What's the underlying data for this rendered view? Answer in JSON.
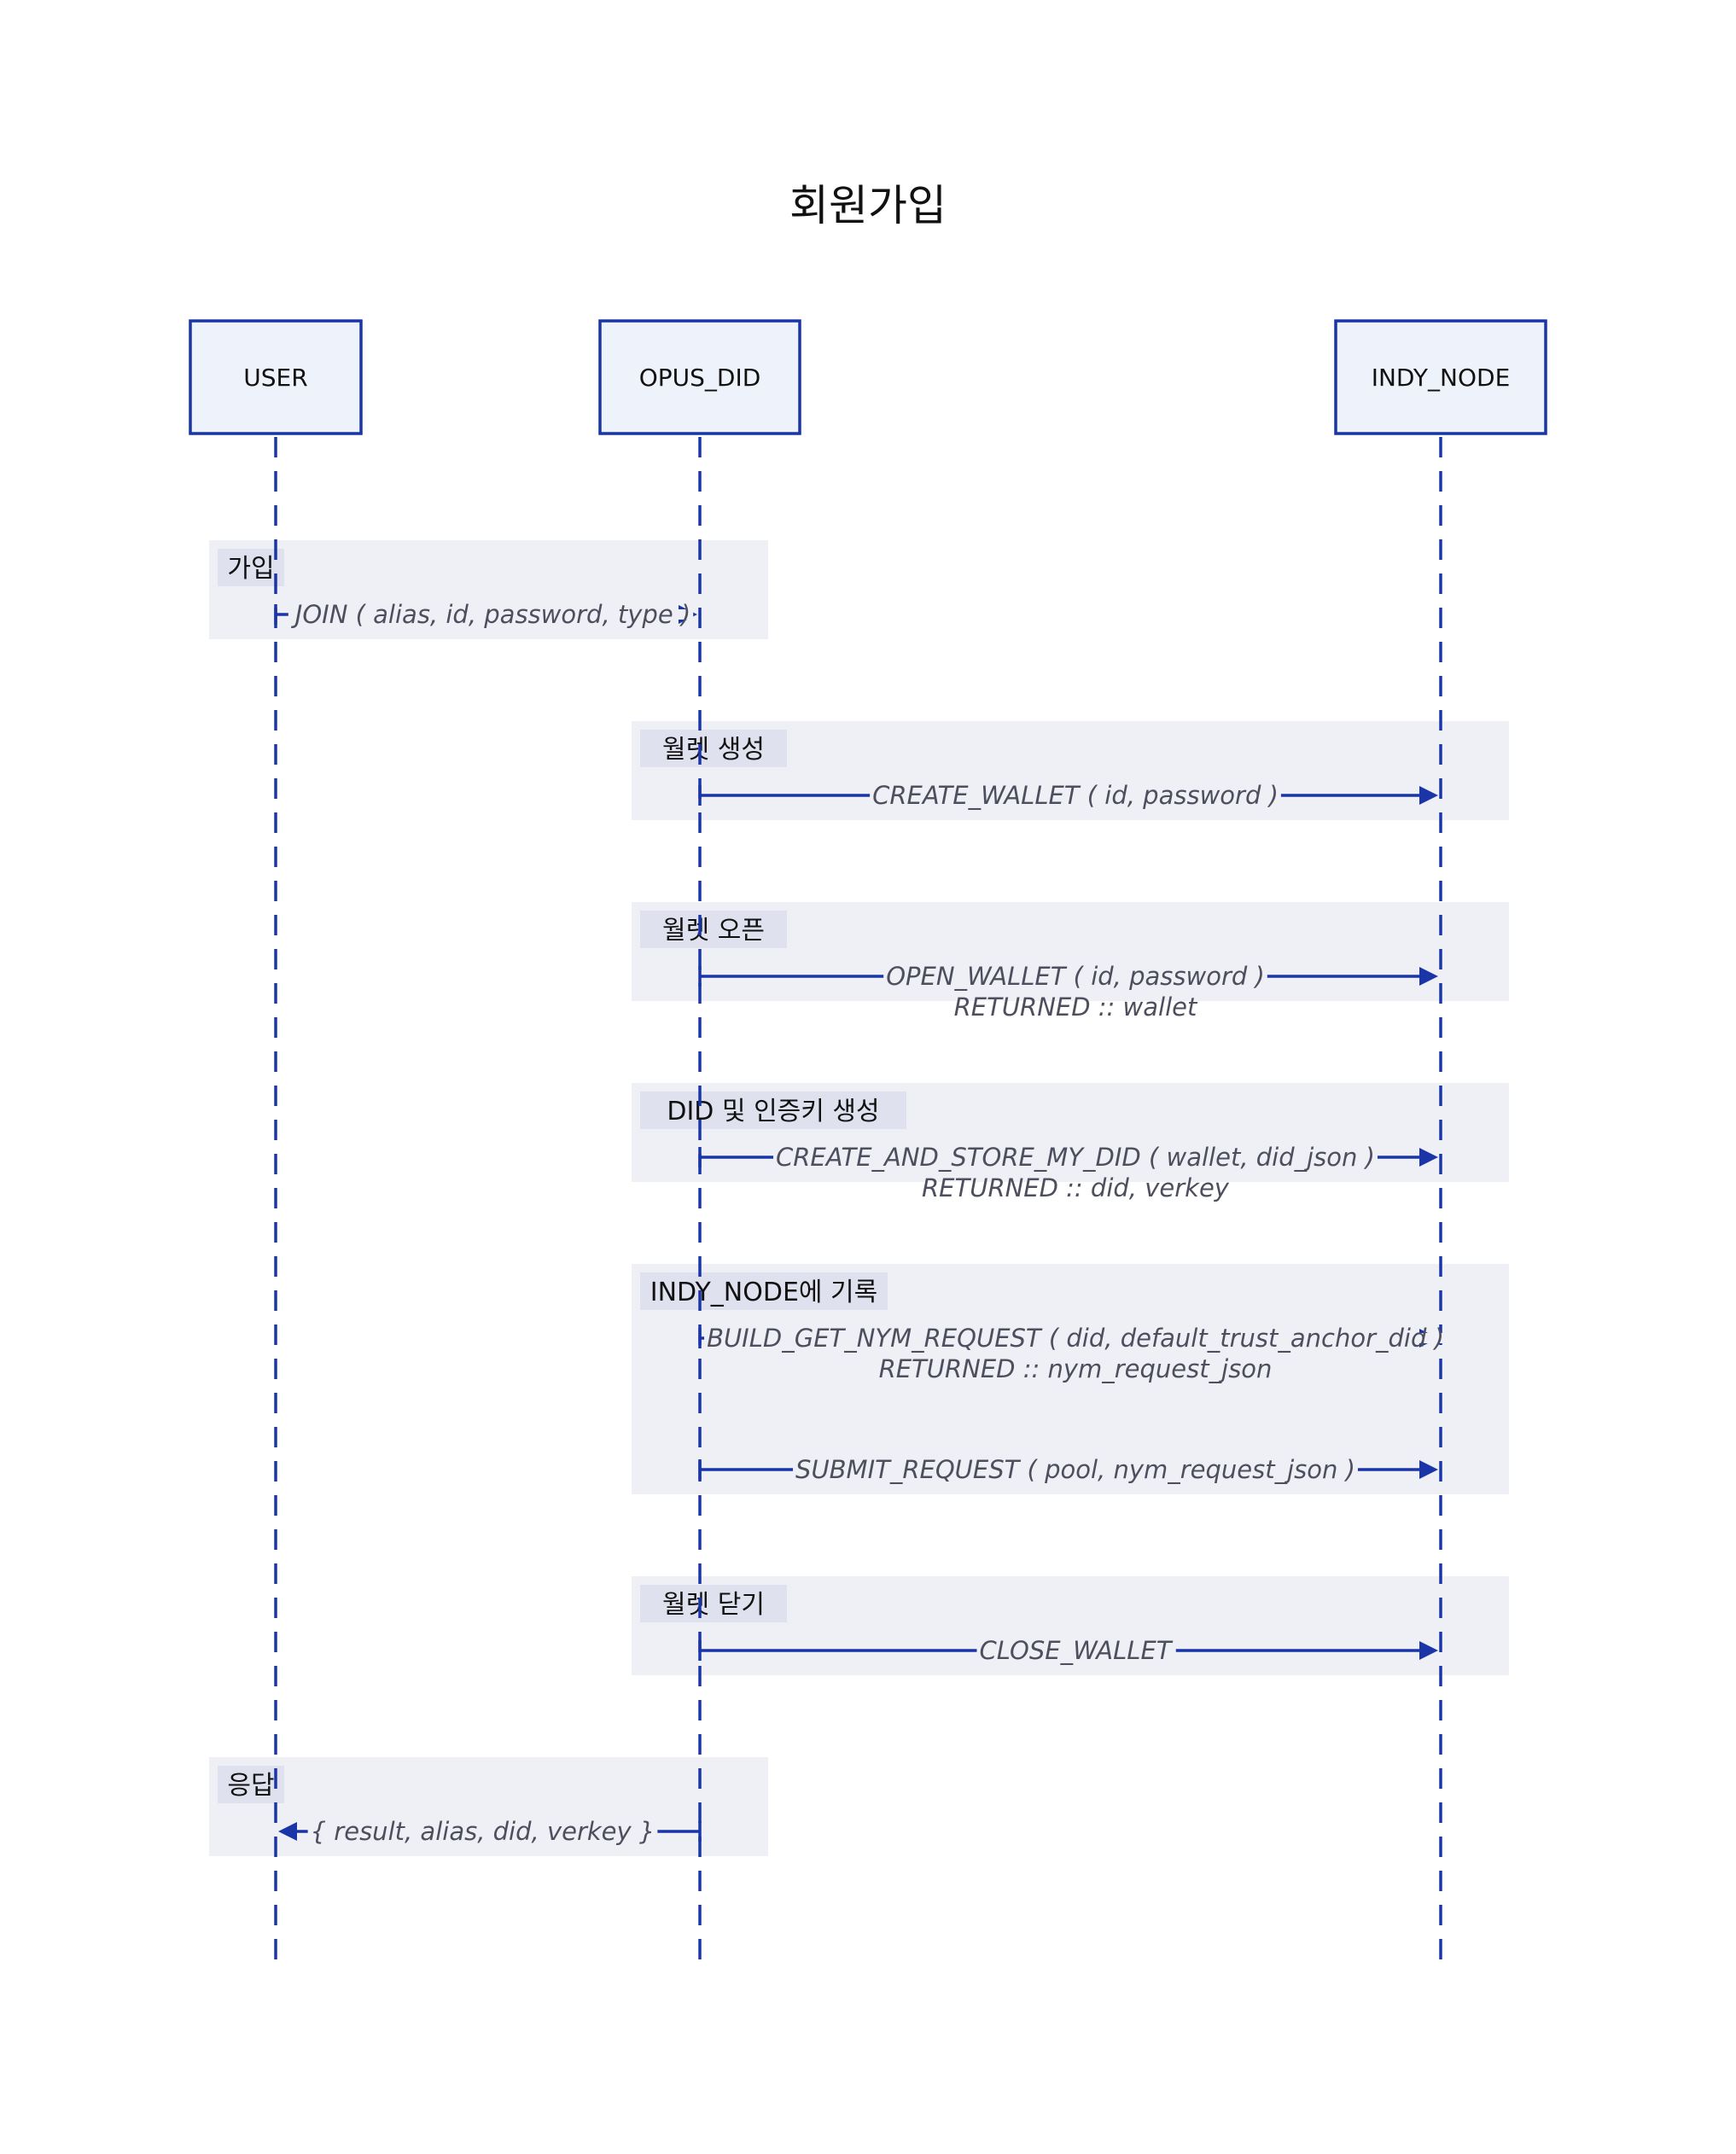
{
  "title": "회원가입",
  "colors": {
    "line": "#1a35a8",
    "actor_fill": "#eef2fb",
    "group_fill": "#eff0f5",
    "group_label_fill": "#dfe1ee",
    "message_text": "#4d4f5e"
  },
  "actors": [
    {
      "id": "user",
      "label": "USER"
    },
    {
      "id": "opus",
      "label": "OPUS_DID"
    },
    {
      "id": "indy",
      "label": "INDY_NODE"
    }
  ],
  "groups": [
    {
      "label": "가입",
      "messages": [
        {
          "from": "user",
          "to": "opus",
          "text": "JOIN ( alias, id, password, type )",
          "returned": ""
        }
      ]
    },
    {
      "label": "월렛 생성",
      "messages": [
        {
          "from": "opus",
          "to": "indy",
          "text": "CREATE_WALLET ( id, password )",
          "returned": ""
        }
      ]
    },
    {
      "label": "월렛 오픈",
      "messages": [
        {
          "from": "opus",
          "to": "indy",
          "text": "OPEN_WALLET ( id, password )",
          "returned": "RETURNED :: wallet"
        }
      ]
    },
    {
      "label": "DID 및 인증키 생성",
      "messages": [
        {
          "from": "opus",
          "to": "indy",
          "text": "CREATE_AND_STORE_MY_DID ( wallet, did_json )",
          "returned": "RETURNED :: did, verkey"
        }
      ]
    },
    {
      "label": "INDY_NODE에 기록",
      "messages": [
        {
          "from": "opus",
          "to": "indy",
          "text": "BUILD_GET_NYM_REQUEST ( did, default_trust_anchor_did )",
          "returned": "RETURNED :: nym_request_json"
        },
        {
          "from": "opus",
          "to": "indy",
          "text": "SUBMIT_REQUEST ( pool, nym_request_json )",
          "returned": ""
        }
      ]
    },
    {
      "label": "월렛 닫기",
      "messages": [
        {
          "from": "opus",
          "to": "indy",
          "text": "CLOSE_WALLET",
          "returned": ""
        }
      ]
    },
    {
      "label": "응답",
      "messages": [
        {
          "from": "opus",
          "to": "user",
          "text": "{ result, alias, did, verkey }",
          "returned": ""
        }
      ]
    }
  ]
}
